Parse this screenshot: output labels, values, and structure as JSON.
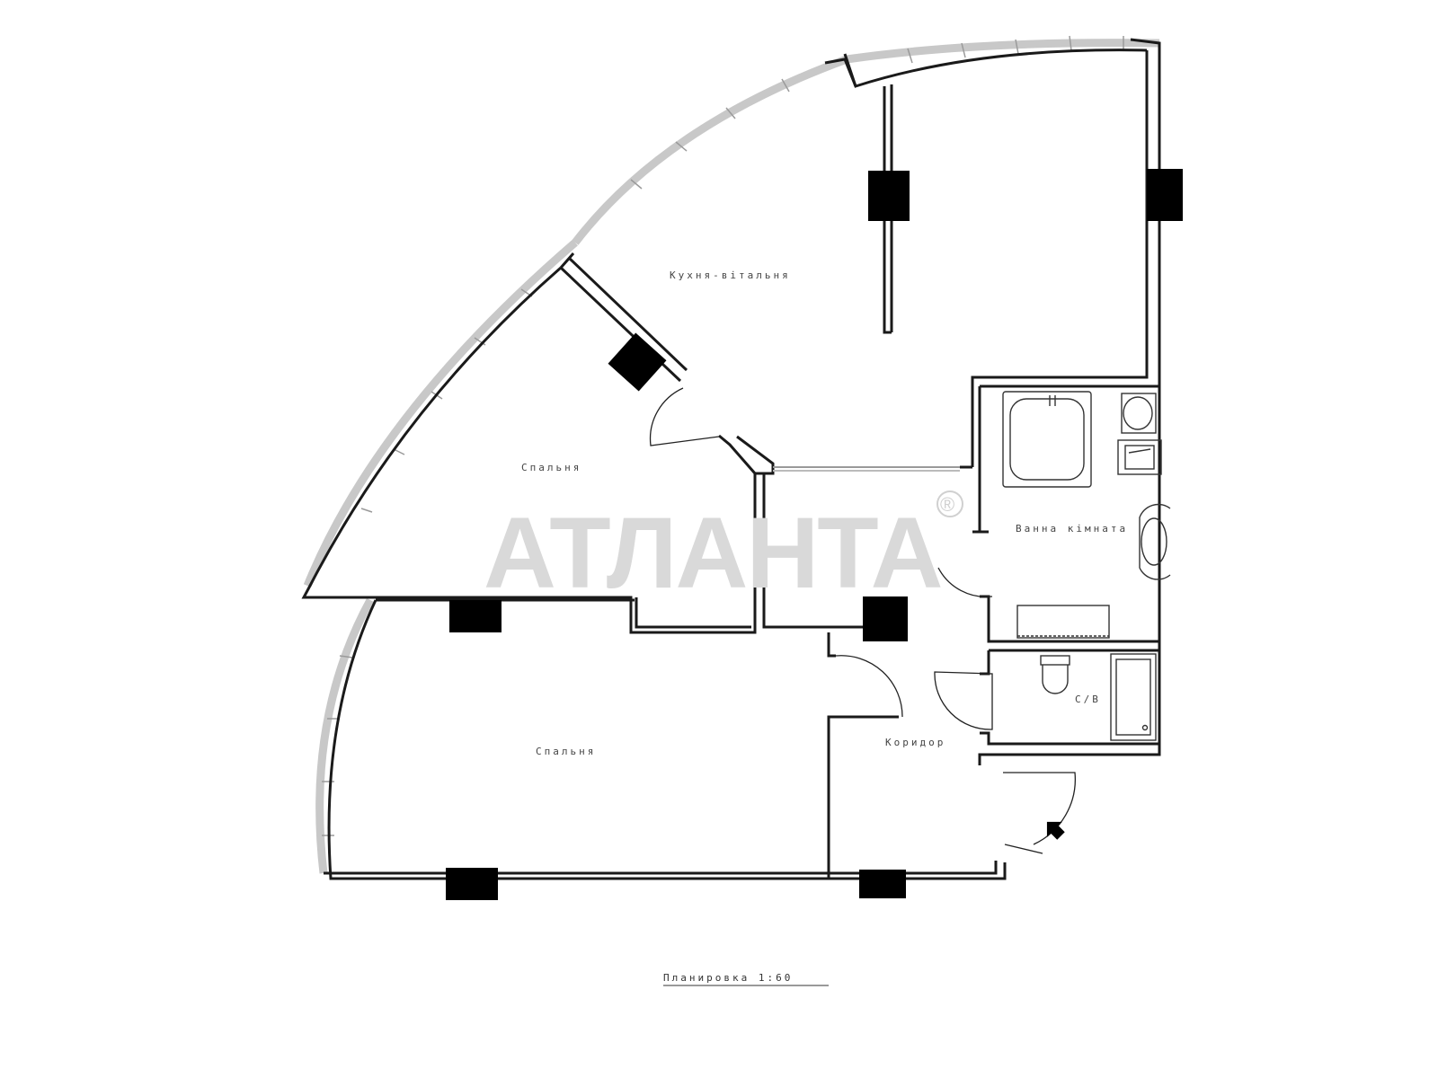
{
  "rooms": {
    "kitchen_living": "Кухня-вітальня",
    "bedroom_upper": "Спальня",
    "bedroom_lower": "Спальня",
    "bathroom": "Ванна кімната",
    "wc": "С/В",
    "corridor": "Коридор"
  },
  "watermark": {
    "brand": "АТЛАНТА",
    "registered_mark": "®"
  },
  "caption": {
    "scale_text": "Планировка 1:60"
  },
  "colors": {
    "wall": "#1a1a1a",
    "glazing": "#c8c8c8",
    "column": "#000000",
    "watermark": "#d9d9d9"
  },
  "icons": [
    "entrance-arrow-icon",
    "bathtub-icon",
    "sink-icon",
    "toilet-icon",
    "shower-icon",
    "washing-machine-icon"
  ]
}
